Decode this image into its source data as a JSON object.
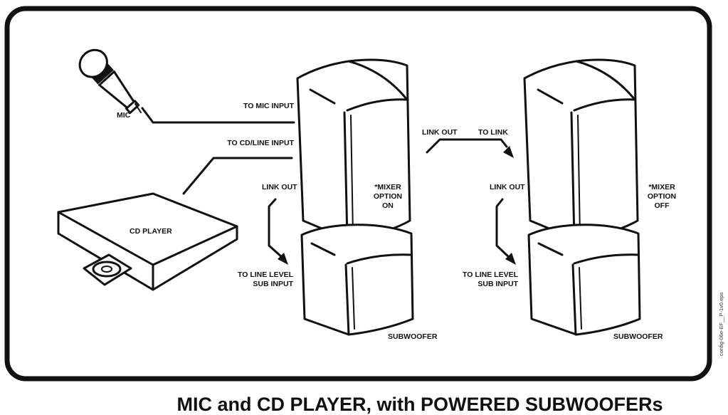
{
  "title": "MIC and CD PLAYER, with POWERED SUBWOOFERs",
  "file_label": "config-06e-EF__P-1v0.eps",
  "labels": {
    "mic": "MIC",
    "cd_player": "CD PLAYER",
    "to_mic_input": "TO MIC INPUT",
    "to_cd_line_input": "TO CD/LINE INPUT",
    "link_out_left": "LINK OUT",
    "link_out_center": "LINK OUT",
    "to_link": "TO LINK",
    "link_out_right": "LINK OUT",
    "mixer_on": [
      "*MIXER",
      "OPTION",
      "ON"
    ],
    "mixer_off": [
      "*MIXER",
      "OPTION",
      "OFF"
    ],
    "sub_input_left": [
      "TO LINE LEVEL",
      "SUB INPUT"
    ],
    "sub_input_right": [
      "TO LINE LEVEL",
      "SUB INPUT"
    ],
    "subwoofer_left": "SUBWOOFER",
    "subwoofer_right": "SUBWOOFER"
  }
}
